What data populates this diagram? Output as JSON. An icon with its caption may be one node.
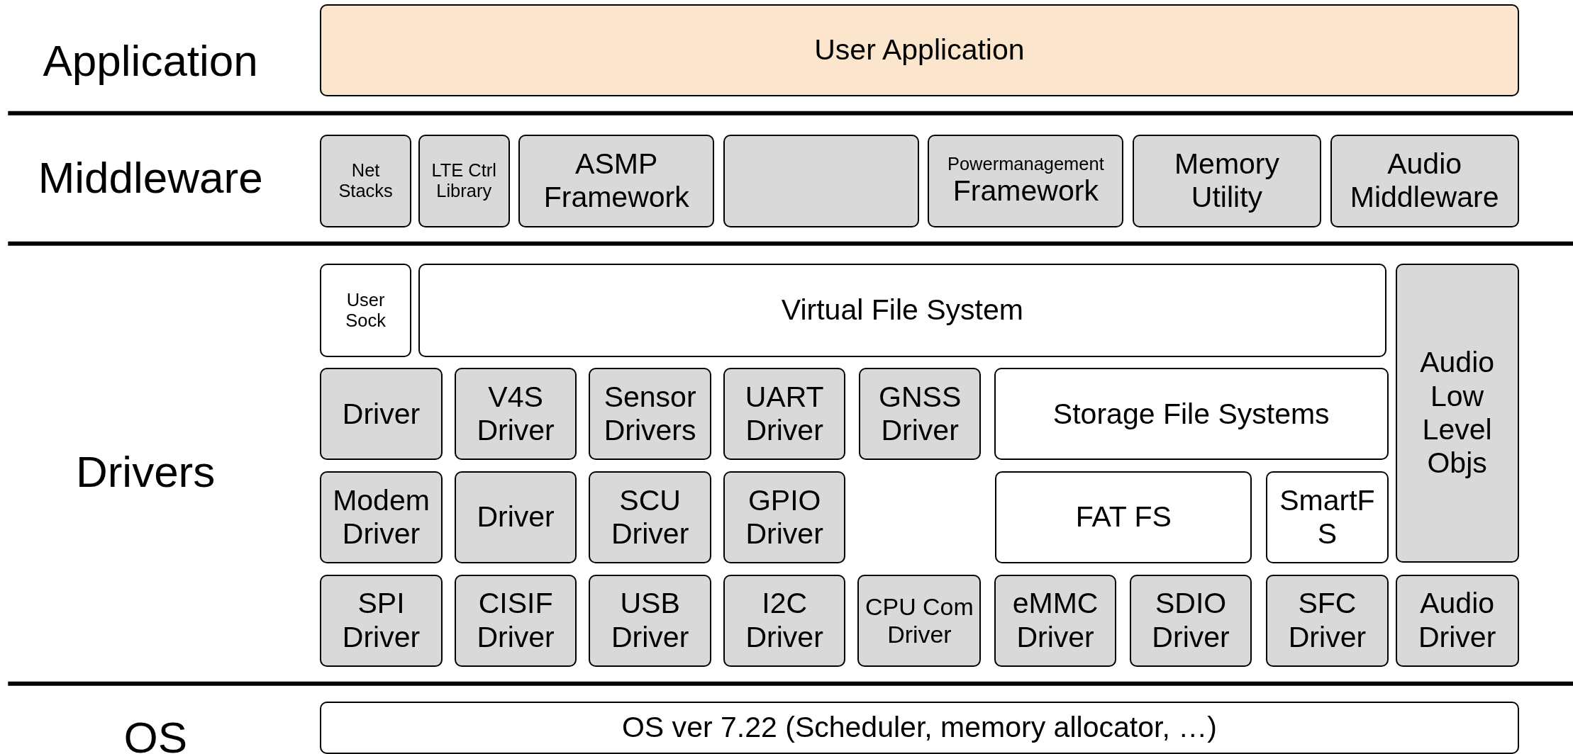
{
  "diagram": {
    "nodes": [
      {
        "text": [
          "User Application"
        ]
      },
      {
        "text": [
          "Net Stacks"
        ]
      },
      {
        "text": [
          "LTE Ctrl Library"
        ]
      },
      {
        "text": [
          "ASMP Framework"
        ]
      },
      {
        "text": [],
        "shape": "box"
      },
      {
        "text": [
          "Powermanagement",
          "Framework"
        ]
      },
      {
        "text": [
          "Memory Utility"
        ]
      },
      {
        "text": [
          "Audio Middleware"
        ]
      },
      {
        "text": [
          "User Sock"
        ]
      },
      {
        "text": [
          "Virtual File System"
        ]
      },
      {
        "text": [
          "Audio Low Level Objs"
        ]
      },
      {
        "text": [
          "Driver"
        ]
      },
      {
        "text": [
          "V4S Driver"
        ]
      },
      {
        "text": [
          "Sensor Drivers"
        ]
      },
      {
        "text": [
          "UART Driver"
        ]
      },
      {
        "text": [
          "GNSS Driver"
        ]
      },
      {
        "text": [
          "Storage File Systems"
        ]
      },
      {
        "text": [
          "Modem Driver"
        ]
      },
      {
        "text": [
          "Driver"
        ]
      },
      {
        "text": [
          "SCU Driver"
        ]
      },
      {
        "text": [
          "GPIO Driver"
        ]
      },
      {
        "text": [
          "FAT FS"
        ]
      },
      {
        "text": [
          "SmartFS"
        ]
      },
      {
        "text": [
          "SPI Driver"
        ]
      },
      {
        "text": [
          "CISIF Driver"
        ]
      },
      {
        "text": [
          "USB Driver"
        ]
      },
      {
        "text": [
          "I2C Driver"
        ]
      },
      {
        "text": [
          "CPU Com Driver"
        ]
      },
      {
        "text": [
          "eMMC Driver"
        ]
      },
      {
        "text": [
          "SDIO Driver"
        ]
      },
      {
        "text": [
          "SFC Driver"
        ]
      },
      {
        "text": [
          "Audio Driver"
        ]
      },
      {
        "text": [
          "OS ver 7.22 (Scheduler, memory allocator, …)"
        ]
      }
    ],
    "labels": [
      "Application",
      "Middleware",
      "Drivers",
      "OS"
    ]
  }
}
